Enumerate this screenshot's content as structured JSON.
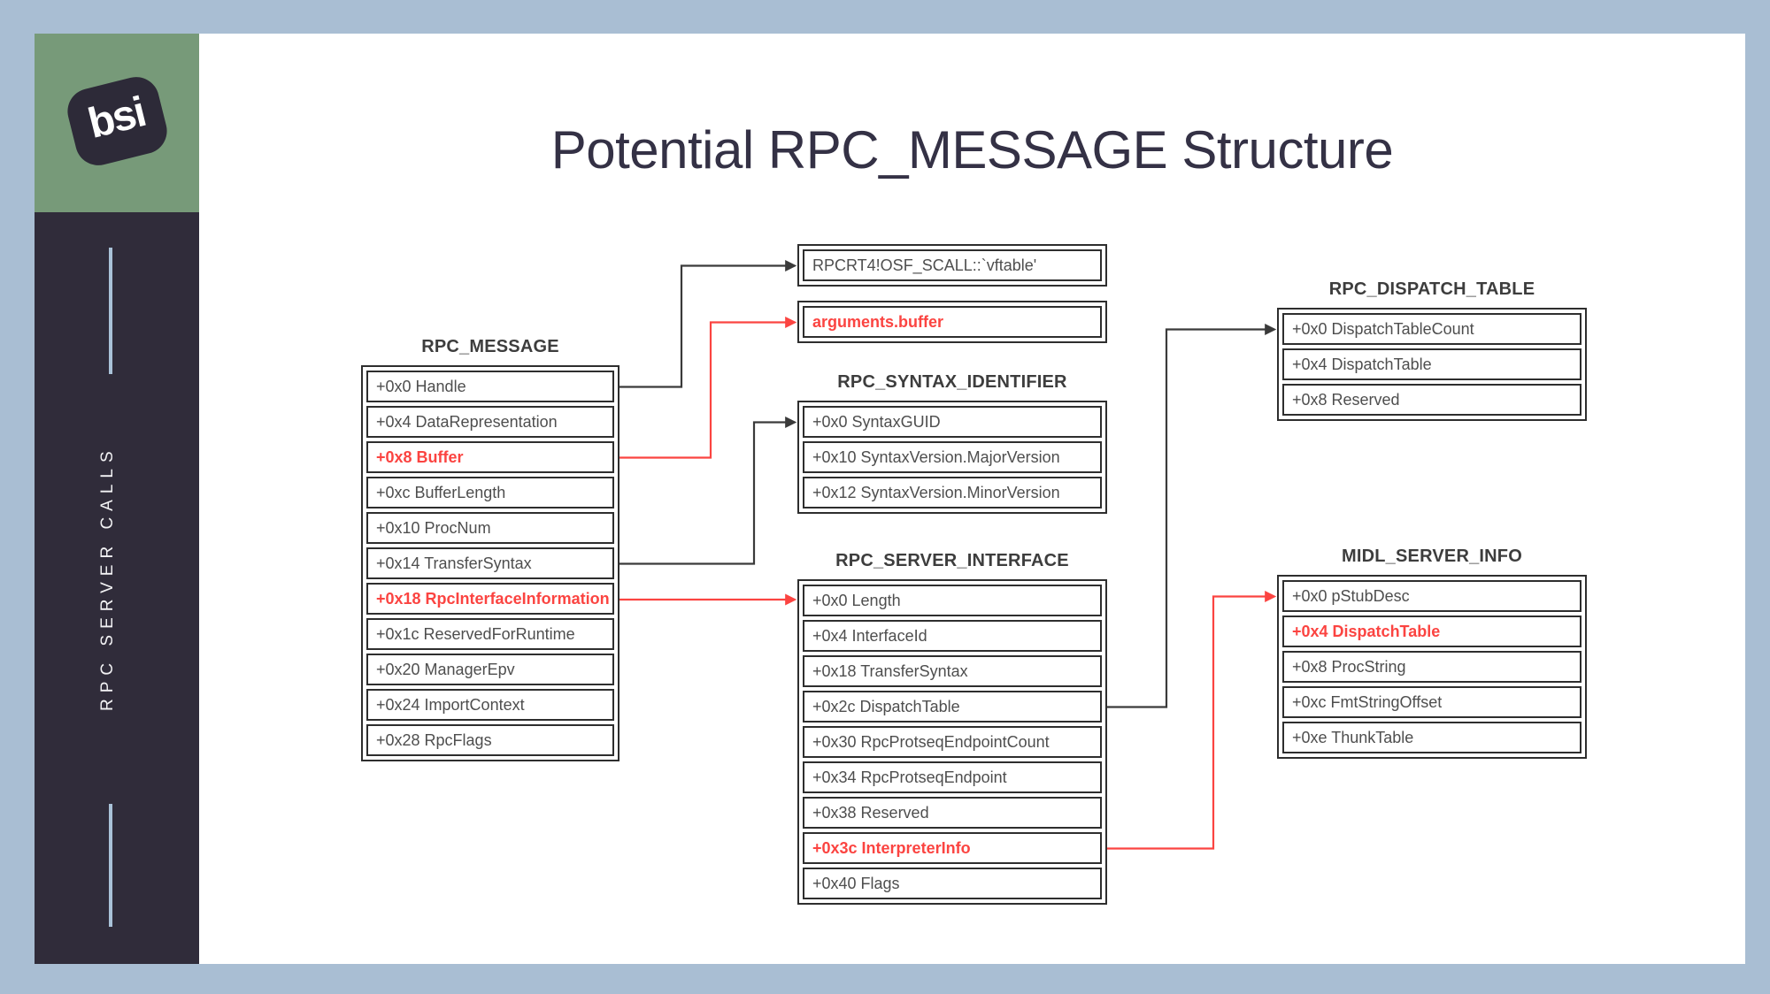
{
  "slide": {
    "title": "Potential RPC_MESSAGE Structure"
  },
  "sidebar": {
    "logo_text": "bsi",
    "vertical_label": "RPC SERVER CALLS"
  },
  "diagram": {
    "boxes": [
      {
        "id": "vftable",
        "label": "RPCRT4!OSF_SCALL::`vftable'",
        "highlight": false
      },
      {
        "id": "arguments-buffer",
        "label": "arguments.buffer",
        "highlight": true
      }
    ],
    "tables": [
      {
        "id": "rpc-message",
        "title": "RPC_MESSAGE",
        "rows": [
          {
            "label": "+0x0 Handle",
            "highlight": false
          },
          {
            "label": "+0x4 DataRepresentation",
            "highlight": false
          },
          {
            "label": "+0x8 Buffer",
            "highlight": true
          },
          {
            "label": "+0xc BufferLength",
            "highlight": false
          },
          {
            "label": "+0x10 ProcNum",
            "highlight": false
          },
          {
            "label": "+0x14 TransferSyntax",
            "highlight": false
          },
          {
            "label": "+0x18 RpcInterfaceInformation",
            "highlight": true
          },
          {
            "label": "+0x1c ReservedForRuntime",
            "highlight": false
          },
          {
            "label": "+0x20 ManagerEpv",
            "highlight": false
          },
          {
            "label": "+0x24 ImportContext",
            "highlight": false
          },
          {
            "label": "+0x28 RpcFlags",
            "highlight": false
          }
        ]
      },
      {
        "id": "rpc-syntax-identifier",
        "title": "RPC_SYNTAX_IDENTIFIER",
        "rows": [
          {
            "label": "+0x0 SyntaxGUID",
            "highlight": false
          },
          {
            "label": "+0x10 SyntaxVersion.MajorVersion",
            "highlight": false
          },
          {
            "label": "+0x12 SyntaxVersion.MinorVersion",
            "highlight": false
          }
        ]
      },
      {
        "id": "rpc-server-interface",
        "title": "RPC_SERVER_INTERFACE",
        "rows": [
          {
            "label": "+0x0 Length",
            "highlight": false
          },
          {
            "label": "+0x4 InterfaceId",
            "highlight": false
          },
          {
            "label": "+0x18 TransferSyntax",
            "highlight": false
          },
          {
            "label": "+0x2c DispatchTable",
            "highlight": false
          },
          {
            "label": "+0x30 RpcProtseqEndpointCount",
            "highlight": false
          },
          {
            "label": "+0x34 RpcProtseqEndpoint",
            "highlight": false
          },
          {
            "label": "+0x38 Reserved",
            "highlight": false
          },
          {
            "label": "+0x3c InterpreterInfo",
            "highlight": true
          },
          {
            "label": "+0x40 Flags",
            "highlight": false
          }
        ]
      },
      {
        "id": "rpc-dispatch-table",
        "title": "RPC_DISPATCH_TABLE",
        "rows": [
          {
            "label": "+0x0 DispatchTableCount",
            "highlight": false
          },
          {
            "label": "+0x4 DispatchTable",
            "highlight": false
          },
          {
            "label": "+0x8 Reserved",
            "highlight": false
          }
        ]
      },
      {
        "id": "midl-server-info",
        "title": "MIDL_SERVER_INFO",
        "rows": [
          {
            "label": "+0x0 pStubDesc",
            "highlight": false
          },
          {
            "label": "+0x4 DispatchTable",
            "highlight": true
          },
          {
            "label": "+0x8 ProcString",
            "highlight": false
          },
          {
            "label": "+0xc FmtStringOffset",
            "highlight": false
          },
          {
            "label": "+0xe ThunkTable",
            "highlight": false
          }
        ]
      }
    ],
    "connectors": [
      {
        "from": "RPC_MESSAGE.Handle",
        "to": "RPCRT4!OSF_SCALL::`vftable'",
        "color": "black"
      },
      {
        "from": "RPC_MESSAGE.Buffer",
        "to": "arguments.buffer",
        "color": "red"
      },
      {
        "from": "RPC_MESSAGE.TransferSyntax",
        "to": "RPC_SYNTAX_IDENTIFIER.SyntaxGUID",
        "color": "black"
      },
      {
        "from": "RPC_MESSAGE.RpcInterfaceInformation",
        "to": "RPC_SERVER_INTERFACE.Length",
        "color": "red"
      },
      {
        "from": "RPC_SERVER_INTERFACE.DispatchTable",
        "to": "RPC_DISPATCH_TABLE.DispatchTableCount",
        "color": "black"
      },
      {
        "from": "RPC_SERVER_INTERFACE.InterpreterInfo",
        "to": "MIDL_SERVER_INFO.pStubDesc",
        "color": "red"
      }
    ]
  },
  "colors": {
    "frame": "#a9bed3",
    "sidebar": "#302c3a",
    "logo_green": "#779a79",
    "logo_dark": "#2d2a38",
    "highlight_red": "#fb4441",
    "box_border": "#2e2e2e",
    "row_text": "#4e4e4e",
    "title_text": "#343145"
  }
}
